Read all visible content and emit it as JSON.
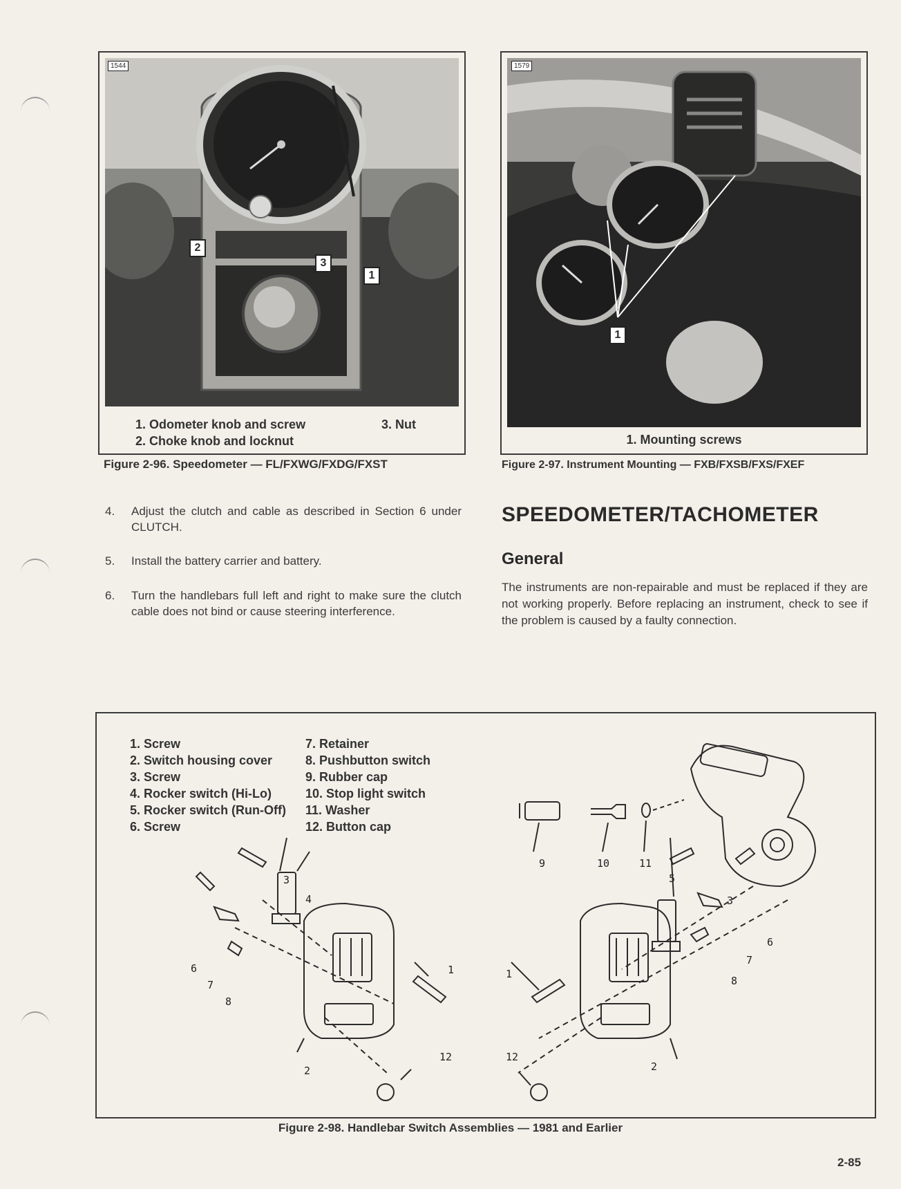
{
  "figure_96": {
    "photo_id": "1544",
    "callouts": [
      "1",
      "2",
      "3"
    ],
    "legend": [
      "1. Odometer knob and screw",
      "2. Choke knob and locknut",
      "3. Nut"
    ],
    "caption": "Figure 2-96.  Speedometer — FL/FXWG/FXDG/FXST"
  },
  "figure_97": {
    "photo_id": "1579",
    "callouts": [
      "1"
    ],
    "legend": [
      "1. Mounting screws"
    ],
    "caption": "Figure 2-97. Instrument Mounting — FXB/FXSB/FXS/FXEF"
  },
  "steps": [
    {
      "num": "4.",
      "text": "Adjust the clutch and cable as described in Section 6 under CLUTCH."
    },
    {
      "num": "5.",
      "text": "Install the battery carrier and battery."
    },
    {
      "num": "6.",
      "text": "Turn the handlebars full left and right to make sure the clutch cable does not bind or cause steering interference."
    }
  ],
  "section": {
    "title": "SPEEDOMETER/TACHOMETER",
    "subtitle": "General",
    "paragraph": "The instruments are non-repairable and must be replaced if they are not working properly. Before replacing an instrument, check to see if the problem is caused by a faulty connection."
  },
  "figure_98": {
    "legend_left": [
      "1. Screw",
      "2. Switch housing cover",
      "3. Screw",
      "4. Rocker switch (Hi-Lo)",
      "5. Rocker switch (Run-Off)",
      "6. Screw"
    ],
    "legend_right": [
      "7. Retainer",
      "8. Pushbutton switch",
      "9. Rubber cap",
      "10. Stop light switch",
      "11. Washer",
      "12. Button cap"
    ],
    "callouts": [
      "9",
      "10",
      "11",
      "3",
      "4",
      "5",
      "3",
      "6",
      "7",
      "8",
      "1",
      "1",
      "6",
      "7",
      "8",
      "12",
      "12",
      "2",
      "2"
    ],
    "caption": "Figure 2-98.  Handlebar Switch Assemblies — 1981 and Earlier"
  },
  "page_number": "2-85"
}
